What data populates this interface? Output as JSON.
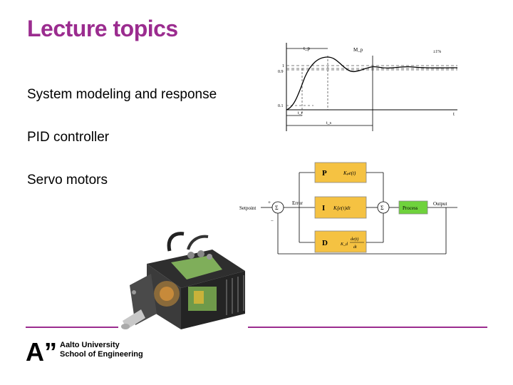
{
  "slide": {
    "title": "Lecture topics",
    "bullets": [
      "System modeling and response",
      "PID controller",
      "Servo motors"
    ],
    "accent_color": "#9b2c8f"
  },
  "step_response": {
    "labels": {
      "tp": "t_p",
      "Mp": "M_p",
      "band": "±1%",
      "one": "1",
      "zero_nine": "0.9",
      "zero_one": "0.1",
      "tr": "t_r",
      "ts": "t_s",
      "t": "t"
    }
  },
  "pid_diagram": {
    "setpoint": "Setpoint",
    "error": "Error",
    "output": "Output",
    "sum": "Σ",
    "plus": "+",
    "minus": "−",
    "p_label": "P",
    "p_expr": "Kₚe(t)",
    "i_label": "I",
    "i_expr": "Kᵢ∫e(τ)dτ",
    "d_label": "D",
    "d_expr_k": "K_d",
    "d_expr_num": "de(t)",
    "d_expr_den": "dt",
    "process": "Process",
    "block_color": "#f5c242",
    "process_color": "#6fd23c"
  },
  "logo": {
    "mark": "A”",
    "line1": "Aalto University",
    "line2": "School of Engineering"
  },
  "image": {
    "subject": "servo-motor-icon"
  }
}
